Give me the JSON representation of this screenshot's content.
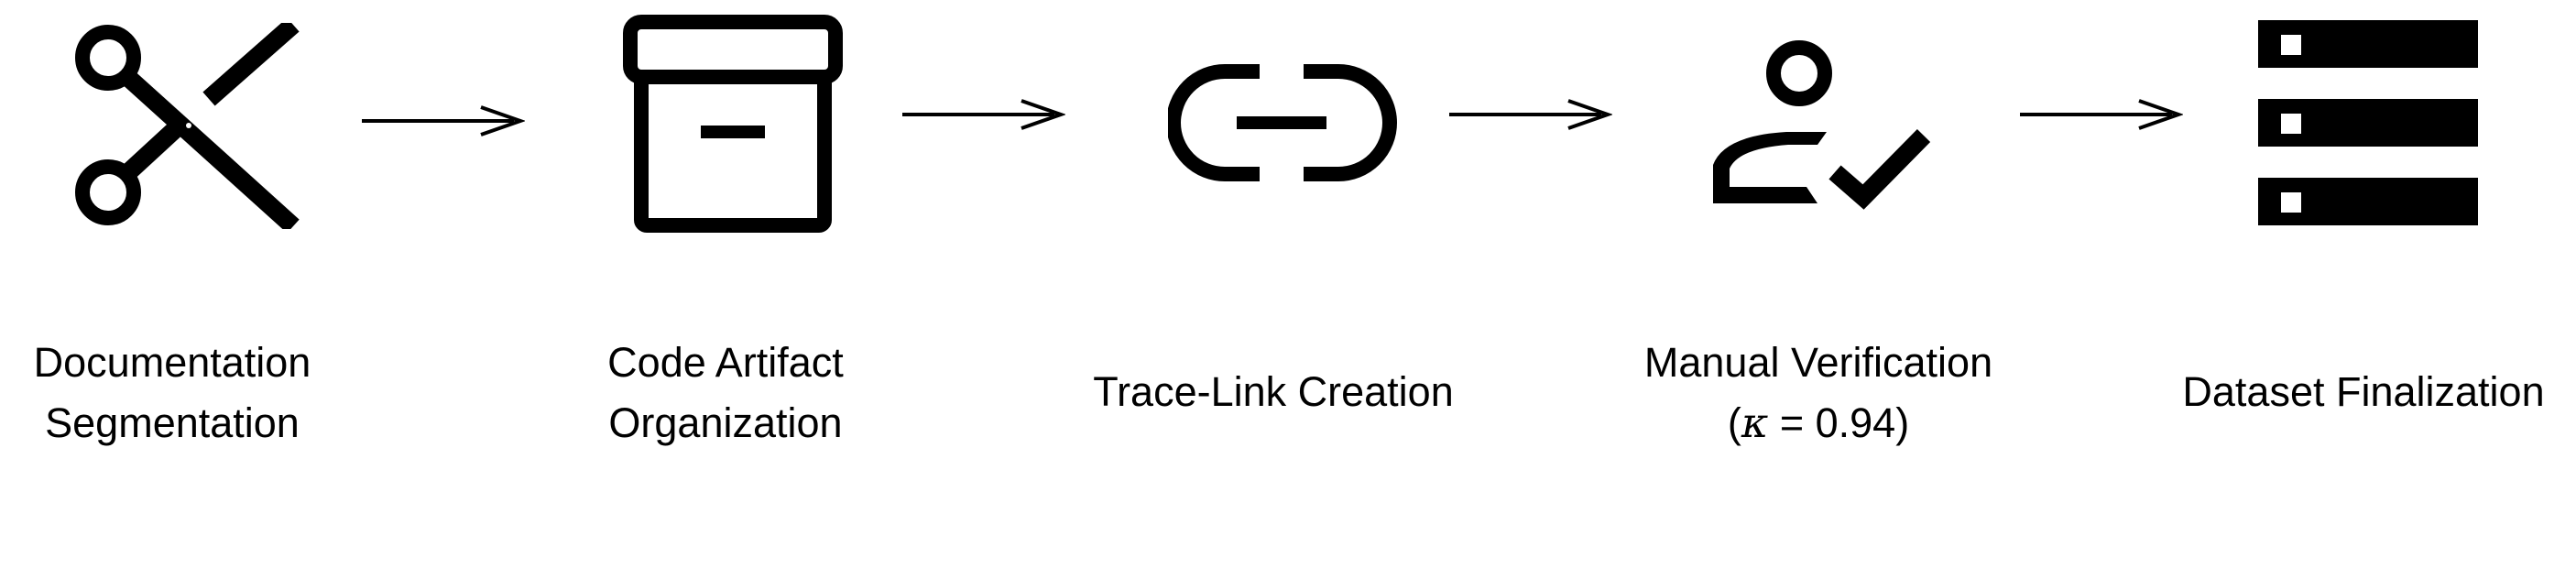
{
  "steps": [
    {
      "icon": "scissors-icon",
      "label_lines": [
        "Documentation",
        "Segmentation"
      ]
    },
    {
      "icon": "archive-box-icon",
      "label_lines": [
        "Code Artifact",
        "Organization"
      ]
    },
    {
      "icon": "link-icon",
      "label_lines": [
        "Trace-Link Creation"
      ]
    },
    {
      "icon": "user-check-icon",
      "label_lines": [
        "Manual Verification"
      ],
      "label_math": {
        "open": "(",
        "symbol": "κ",
        "rest": " = 0.94)"
      }
    },
    {
      "icon": "database-icon",
      "label_lines": [
        "Dataset Finalization"
      ]
    }
  ],
  "arrows": [
    {
      "from": 0,
      "to": 1
    },
    {
      "from": 1,
      "to": 2
    },
    {
      "from": 2,
      "to": 3
    },
    {
      "from": 3,
      "to": 4
    }
  ],
  "colors": {
    "foreground": "#000000",
    "background": "#ffffff"
  }
}
